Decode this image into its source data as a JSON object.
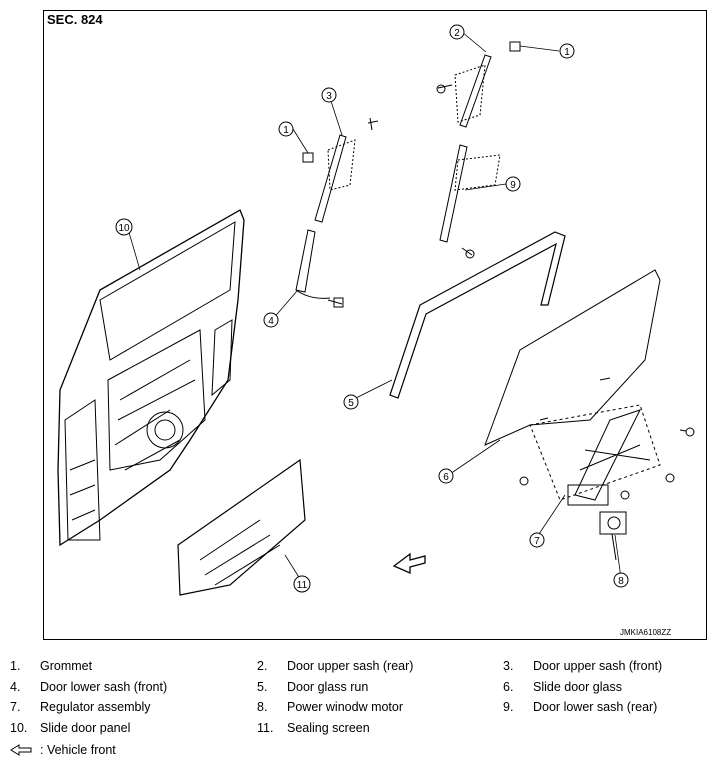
{
  "section": "SEC. 824",
  "figure_code": "JMKIA6108ZZ",
  "callouts": [
    "1",
    "2",
    "1",
    "3",
    "9",
    "10",
    "4",
    "5",
    "6",
    "7",
    "8",
    "11"
  ],
  "legend": [
    {
      "num": "1.",
      "text": "Grommet"
    },
    {
      "num": "2.",
      "text": "Door upper sash (rear)"
    },
    {
      "num": "3.",
      "text": "Door upper sash (front)"
    },
    {
      "num": "4.",
      "text": "Door lower sash (front)"
    },
    {
      "num": "5.",
      "text": "Door glass run"
    },
    {
      "num": "6.",
      "text": "Slide door glass"
    },
    {
      "num": "7.",
      "text": "Regulator assembly"
    },
    {
      "num": "8.",
      "text": "Power winodw motor"
    },
    {
      "num": "9.",
      "text": "Door lower sash (rear)"
    },
    {
      "num": "10.",
      "text": "Slide door panel"
    },
    {
      "num": "11.",
      "text": "Sealing screen"
    }
  ],
  "vehicle_front": ": Vehicle front"
}
